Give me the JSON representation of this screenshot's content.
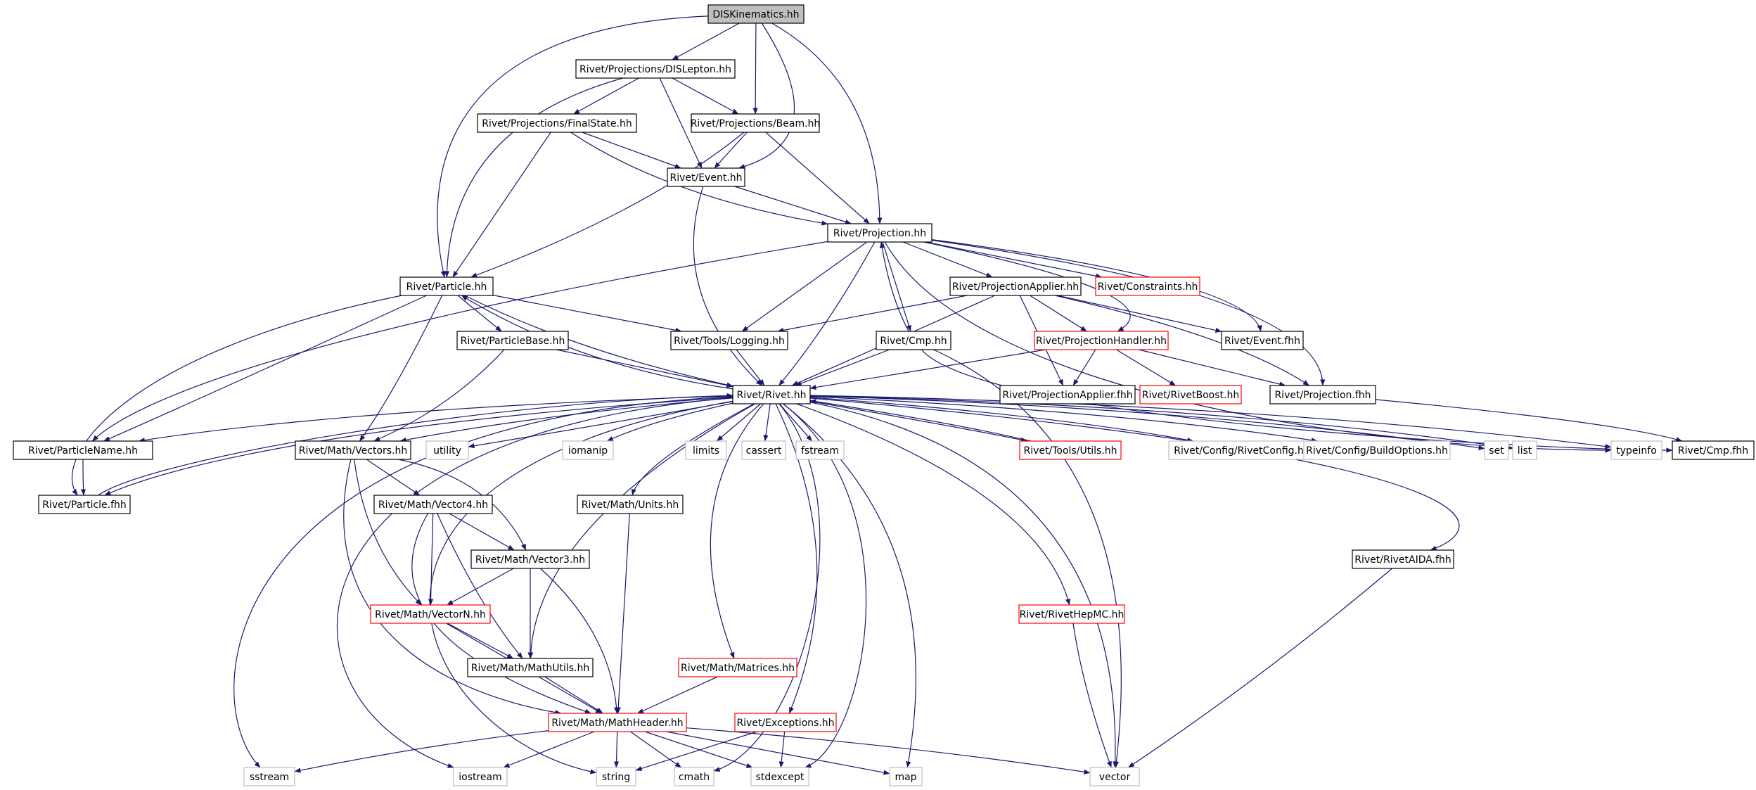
{
  "graph": {
    "colors": {
      "edge": "#191970",
      "box_default": "#000000",
      "box_truncated": "#ff0000",
      "box_system": "#bfbfbf",
      "root_fill": "#bfbfbf",
      "text": "#000000"
    },
    "nodes": [
      {
        "id": "diskin",
        "label": "DISKinematics.hh",
        "kind": "root"
      },
      {
        "id": "dislepton",
        "label": "Rivet/Projections/DISLepton.hh",
        "kind": "normal"
      },
      {
        "id": "finalstate",
        "label": "Rivet/Projections/FinalState.hh",
        "kind": "normal"
      },
      {
        "id": "beam",
        "label": "Rivet/Projections/Beam.hh",
        "kind": "normal"
      },
      {
        "id": "event",
        "label": "Rivet/Event.hh",
        "kind": "normal"
      },
      {
        "id": "projection",
        "label": "Rivet/Projection.hh",
        "kind": "normal"
      },
      {
        "id": "particle",
        "label": "Rivet/Particle.hh",
        "kind": "normal"
      },
      {
        "id": "projapplier",
        "label": "Rivet/ProjectionApplier.hh",
        "kind": "normal"
      },
      {
        "id": "constraints",
        "label": "Rivet/Constraints.hh",
        "kind": "truncated"
      },
      {
        "id": "particlebase",
        "label": "Rivet/ParticleBase.hh",
        "kind": "normal"
      },
      {
        "id": "logging",
        "label": "Rivet/Tools/Logging.hh",
        "kind": "normal"
      },
      {
        "id": "cmp",
        "label": "Rivet/Cmp.hh",
        "kind": "normal"
      },
      {
        "id": "projhandler",
        "label": "Rivet/ProjectionHandler.hh",
        "kind": "truncated"
      },
      {
        "id": "eventfhh",
        "label": "Rivet/Event.fhh",
        "kind": "normal"
      },
      {
        "id": "rivet",
        "label": "Rivet/Rivet.hh",
        "kind": "normal"
      },
      {
        "id": "projapplierfhh",
        "label": "Rivet/ProjectionApplier.fhh",
        "kind": "normal"
      },
      {
        "id": "rivetboost",
        "label": "Rivet/RivetBoost.hh",
        "kind": "truncated"
      },
      {
        "id": "projfhh",
        "label": "Rivet/Projection.fhh",
        "kind": "normal"
      },
      {
        "id": "particlename",
        "label": "Rivet/ParticleName.hh",
        "kind": "normal"
      },
      {
        "id": "vectors",
        "label": "Rivet/Math/Vectors.hh",
        "kind": "normal"
      },
      {
        "id": "utility",
        "label": "utility",
        "kind": "system"
      },
      {
        "id": "iomanip",
        "label": "iomanip",
        "kind": "system"
      },
      {
        "id": "limits",
        "label": "limits",
        "kind": "system"
      },
      {
        "id": "cassert",
        "label": "cassert",
        "kind": "system"
      },
      {
        "id": "fstream",
        "label": "fstream",
        "kind": "system"
      },
      {
        "id": "toolsutils",
        "label": "Rivet/Tools/Utils.hh",
        "kind": "truncated"
      },
      {
        "id": "rivetconfig",
        "label": "Rivet/Config/RivetConfig.hh",
        "kind": "system"
      },
      {
        "id": "buildoptions",
        "label": "Rivet/Config/BuildOptions.hh",
        "kind": "system"
      },
      {
        "id": "set",
        "label": "set",
        "kind": "system"
      },
      {
        "id": "list",
        "label": "list",
        "kind": "system"
      },
      {
        "id": "typeinfo",
        "label": "typeinfo",
        "kind": "system"
      },
      {
        "id": "cmpfhh",
        "label": "Rivet/Cmp.fhh",
        "kind": "normal"
      },
      {
        "id": "particlefhh",
        "label": "Rivet/Particle.fhh",
        "kind": "normal"
      },
      {
        "id": "vector4",
        "label": "Rivet/Math/Vector4.hh",
        "kind": "normal"
      },
      {
        "id": "units",
        "label": "Rivet/Math/Units.hh",
        "kind": "normal"
      },
      {
        "id": "vector3",
        "label": "Rivet/Math/Vector3.hh",
        "kind": "normal"
      },
      {
        "id": "vectorn",
        "label": "Rivet/Math/VectorN.hh",
        "kind": "truncated"
      },
      {
        "id": "rivetaida",
        "label": "Rivet/RivetAIDA.fhh",
        "kind": "normal"
      },
      {
        "id": "rivethepmc",
        "label": "Rivet/RivetHepMC.hh",
        "kind": "truncated"
      },
      {
        "id": "mathutils",
        "label": "Rivet/Math/MathUtils.hh",
        "kind": "normal"
      },
      {
        "id": "matrices",
        "label": "Rivet/Math/Matrices.hh",
        "kind": "truncated"
      },
      {
        "id": "mathheader",
        "label": "Rivet/Math/MathHeader.hh",
        "kind": "truncated"
      },
      {
        "id": "exceptions",
        "label": "Rivet/Exceptions.hh",
        "kind": "truncated"
      },
      {
        "id": "sstream",
        "label": "sstream",
        "kind": "system"
      },
      {
        "id": "iostream",
        "label": "iostream",
        "kind": "system"
      },
      {
        "id": "string",
        "label": "string",
        "kind": "system"
      },
      {
        "id": "cmath",
        "label": "cmath",
        "kind": "system"
      },
      {
        "id": "stdexcept",
        "label": "stdexcept",
        "kind": "system"
      },
      {
        "id": "map",
        "label": "map",
        "kind": "system"
      },
      {
        "id": "vector",
        "label": "vector",
        "kind": "system"
      }
    ],
    "edges": [
      [
        "diskin",
        "dislepton"
      ],
      [
        "diskin",
        "beam"
      ],
      [
        "diskin",
        "event"
      ],
      [
        "diskin",
        "projection"
      ],
      [
        "diskin",
        "particle"
      ],
      [
        "dislepton",
        "finalstate"
      ],
      [
        "dislepton",
        "beam"
      ],
      [
        "dislepton",
        "event"
      ],
      [
        "dislepton",
        "particle"
      ],
      [
        "finalstate",
        "event"
      ],
      [
        "finalstate",
        "projection"
      ],
      [
        "finalstate",
        "particle"
      ],
      [
        "beam",
        "event"
      ],
      [
        "beam",
        "projection"
      ],
      [
        "beam",
        "particle"
      ],
      [
        "event",
        "projection"
      ],
      [
        "event",
        "rivet"
      ],
      [
        "projection",
        "projapplier"
      ],
      [
        "projection",
        "constraints"
      ],
      [
        "projection",
        "logging"
      ],
      [
        "projection",
        "cmp"
      ],
      [
        "projection",
        "projhandler"
      ],
      [
        "projection",
        "eventfhh"
      ],
      [
        "projection",
        "rivet"
      ],
      [
        "projection",
        "projfhh"
      ],
      [
        "projection",
        "particlename"
      ],
      [
        "projection",
        "typeinfo"
      ],
      [
        "particle",
        "particlebase"
      ],
      [
        "particle",
        "logging"
      ],
      [
        "particle",
        "rivet"
      ],
      [
        "particle",
        "vectors"
      ],
      [
        "particle",
        "particlename"
      ],
      [
        "particle",
        "particlefhh"
      ],
      [
        "projapplier",
        "logging"
      ],
      [
        "projapplier",
        "projhandler"
      ],
      [
        "projapplier",
        "eventfhh"
      ],
      [
        "projapplier",
        "rivet"
      ],
      [
        "projapplier",
        "projapplierfhh"
      ],
      [
        "projapplier",
        "projfhh"
      ],
      [
        "particlebase",
        "rivet"
      ],
      [
        "particlebase",
        "vectors"
      ],
      [
        "logging",
        "rivet"
      ],
      [
        "cmp",
        "projection"
      ],
      [
        "cmp",
        "rivet"
      ],
      [
        "cmp",
        "cmpfhh"
      ],
      [
        "cmp",
        "vector"
      ],
      [
        "projhandler",
        "rivet"
      ],
      [
        "projhandler",
        "projapplierfhh"
      ],
      [
        "projhandler",
        "rivetboost"
      ],
      [
        "projhandler",
        "projfhh"
      ],
      [
        "projfhh",
        "cmpfhh"
      ],
      [
        "rivet",
        "particle"
      ],
      [
        "rivet",
        "particlename"
      ],
      [
        "rivet",
        "vectors"
      ],
      [
        "rivet",
        "utility"
      ],
      [
        "rivet",
        "iomanip"
      ],
      [
        "rivet",
        "limits"
      ],
      [
        "rivet",
        "cassert"
      ],
      [
        "rivet",
        "fstream"
      ],
      [
        "rivet",
        "toolsutils"
      ],
      [
        "rivet",
        "rivetconfig"
      ],
      [
        "rivet",
        "buildoptions"
      ],
      [
        "rivet",
        "set"
      ],
      [
        "rivet",
        "list"
      ],
      [
        "rivet",
        "typeinfo"
      ],
      [
        "rivet",
        "units"
      ],
      [
        "rivet",
        "mathutils"
      ],
      [
        "rivet",
        "matrices"
      ],
      [
        "rivet",
        "exceptions"
      ],
      [
        "rivet",
        "rivethepmc"
      ],
      [
        "rivet",
        "rivetaida"
      ],
      [
        "rivet",
        "sstream"
      ],
      [
        "rivet",
        "iostream"
      ],
      [
        "rivet",
        "string"
      ],
      [
        "rivet",
        "cmath"
      ],
      [
        "rivet",
        "stdexcept"
      ],
      [
        "rivet",
        "map"
      ],
      [
        "rivet",
        "vector"
      ],
      [
        "rivet",
        "particlefhh"
      ],
      [
        "particlename",
        "particlefhh"
      ],
      [
        "particlefhh",
        "rivet"
      ],
      [
        "vectors",
        "vector4"
      ],
      [
        "vectors",
        "vector3"
      ],
      [
        "vectors",
        "vectorn"
      ],
      [
        "vectors",
        "mathheader"
      ],
      [
        "vector4",
        "vector3"
      ],
      [
        "vector4",
        "vectorn"
      ],
      [
        "vector4",
        "mathutils"
      ],
      [
        "vector4",
        "mathheader"
      ],
      [
        "vector3",
        "vectorn"
      ],
      [
        "vector3",
        "mathutils"
      ],
      [
        "vector3",
        "mathheader"
      ],
      [
        "vectorn",
        "mathutils"
      ],
      [
        "vectorn",
        "mathheader"
      ],
      [
        "mathutils",
        "mathheader"
      ],
      [
        "units",
        "mathheader"
      ],
      [
        "matrices",
        "mathheader"
      ],
      [
        "mathheader",
        "sstream"
      ],
      [
        "mathheader",
        "iostream"
      ],
      [
        "mathheader",
        "string"
      ],
      [
        "mathheader",
        "cmath"
      ],
      [
        "mathheader",
        "stdexcept"
      ],
      [
        "mathheader",
        "map"
      ],
      [
        "mathheader",
        "vector"
      ],
      [
        "exceptions",
        "string"
      ],
      [
        "exceptions",
        "stdexcept"
      ],
      [
        "rivethepmc",
        "vector"
      ],
      [
        "rivetaida",
        "vector"
      ],
      [
        "toolsutils",
        "rivet"
      ]
    ]
  }
}
